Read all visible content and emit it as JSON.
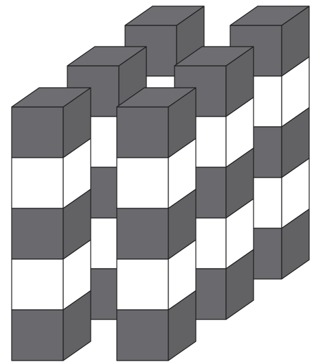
{
  "figure": {
    "description_visible_text": "",
    "colors": {
      "dark_cube": "#6a6a6e",
      "light_cube": "#ffffff",
      "edge": "#1e1e1e",
      "background": "#ffffff"
    },
    "stacks": [
      {
        "name": "back-center-stack",
        "pattern": [
          "dark",
          "white",
          "dark",
          "white",
          "dark"
        ]
      },
      {
        "name": "back-right-stack",
        "pattern": [
          "dark",
          "white",
          "dark",
          "white",
          "dark"
        ]
      },
      {
        "name": "middle-left-stack",
        "pattern": [
          "dark",
          "white",
          "dark",
          "white",
          "dark"
        ]
      },
      {
        "name": "middle-right-stack",
        "pattern": [
          "dark",
          "white",
          "dark",
          "white",
          "dark"
        ]
      },
      {
        "name": "front-left-stack",
        "pattern": [
          "dark",
          "white",
          "dark",
          "white",
          "dark"
        ]
      },
      {
        "name": "front-center-stack",
        "pattern": [
          "dark",
          "white",
          "dark",
          "white",
          "dark"
        ]
      }
    ]
  }
}
